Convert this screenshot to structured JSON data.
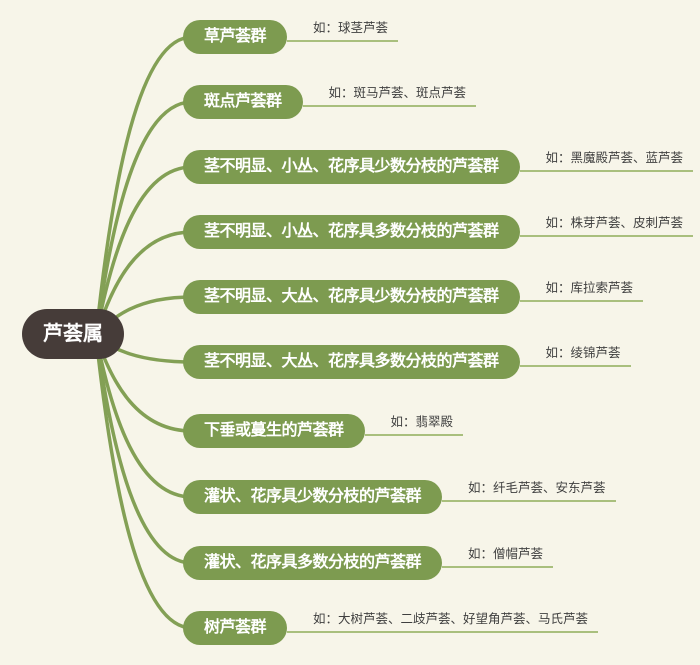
{
  "root": {
    "label": "芦荟属"
  },
  "branches": [
    {
      "label": "草芦荟群",
      "example": "如：球茎芦荟"
    },
    {
      "label": "斑点芦荟群",
      "example": "如：斑马芦荟、斑点芦荟"
    },
    {
      "label": "茎不明显、小丛、花序具少数分枝的芦荟群",
      "example": "如：黑魔殿芦荟、蓝芦荟"
    },
    {
      "label": "茎不明显、小丛、花序具多数分枝的芦荟群",
      "example": "如：株芽芦荟、皮刺芦荟"
    },
    {
      "label": "茎不明显、大丛、花序具少数分枝的芦荟群",
      "example": "如：库拉索芦荟"
    },
    {
      "label": "茎不明显、大丛、花序具多数分枝的芦荟群",
      "example": "如：绫锦芦荟"
    },
    {
      "label": "下垂或蔓生的芦荟群",
      "example": "如：翡翠殿"
    },
    {
      "label": "灌状、花序具少数分枝的芦荟群",
      "example": "如：纤毛芦荟、安东芦荟"
    },
    {
      "label": "灌状、花序具多数分枝的芦荟群",
      "example": "如：僧帽芦荟"
    },
    {
      "label": "树芦荟群",
      "example": "如：大树芦荟、二歧芦荟、好望角芦荟、马氏芦荟"
    }
  ],
  "colors": {
    "background": "#f7f5e9",
    "topic_pill": "#7d9b50",
    "branch_line": "#83a055",
    "example_underline": "#a9bf7d",
    "example_text": "#3f3f3f",
    "central_background": "#463c39",
    "topic_text": "#ffffff"
  }
}
